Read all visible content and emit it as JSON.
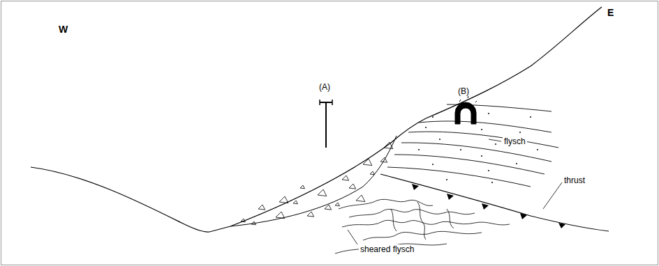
{
  "diagram": {
    "labels": [
      "W",
      "E",
      "(A)",
      "(B)",
      "flysch",
      "thrust",
      "sheared flysch"
    ]
  }
}
